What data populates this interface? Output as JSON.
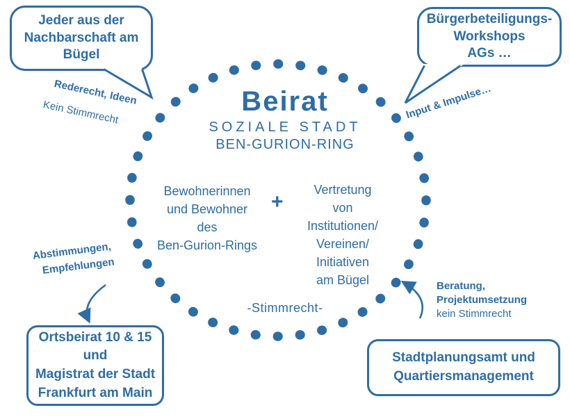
{
  "colors": {
    "primary": "#2e6da4",
    "background": "#ffffff"
  },
  "circle": {
    "title": "Beirat",
    "subtitle_line1": "SOZIALE STADT",
    "subtitle_line2": "BEN-GURION-RING",
    "members_left": "Bewohnerinnen\nund Bewohner\ndes\nBen-Gurion-Rings",
    "plus_sign": "+",
    "members_right": "Vertretung\nvon\nInstitutionen/\nVereinen/\nInitiativen\nam Bügel",
    "voting_note": "-Stimmrecht-"
  },
  "speech_bubbles": {
    "nachbarschaft": "Jeder aus der\nNachbarschaft am\nBügel",
    "workshops": "Bürgerbeteiligungs-\nWorkshops\nAGs …"
  },
  "connector_labels": {
    "rederecht": "Rederecht, Ideen",
    "kein_stimmrecht_top": "Kein Stimmrecht",
    "input_impulse": "Input & Impulse…",
    "abstimmungen": "Abstimmungen,",
    "empfehlungen": "Empfehlungen",
    "beratung": "Beratung,\nProjektumsetzung",
    "kein_stimmrecht_bottom": "kein Stimmrecht"
  },
  "boxes": {
    "ortsbeirat": "Ortsbeirat 10 & 15\nund\nMagistrat der Stadt\nFrankfurt am Main",
    "stadtplanung": "Stadtplanungsamt und\nQuartiersmanagement"
  }
}
